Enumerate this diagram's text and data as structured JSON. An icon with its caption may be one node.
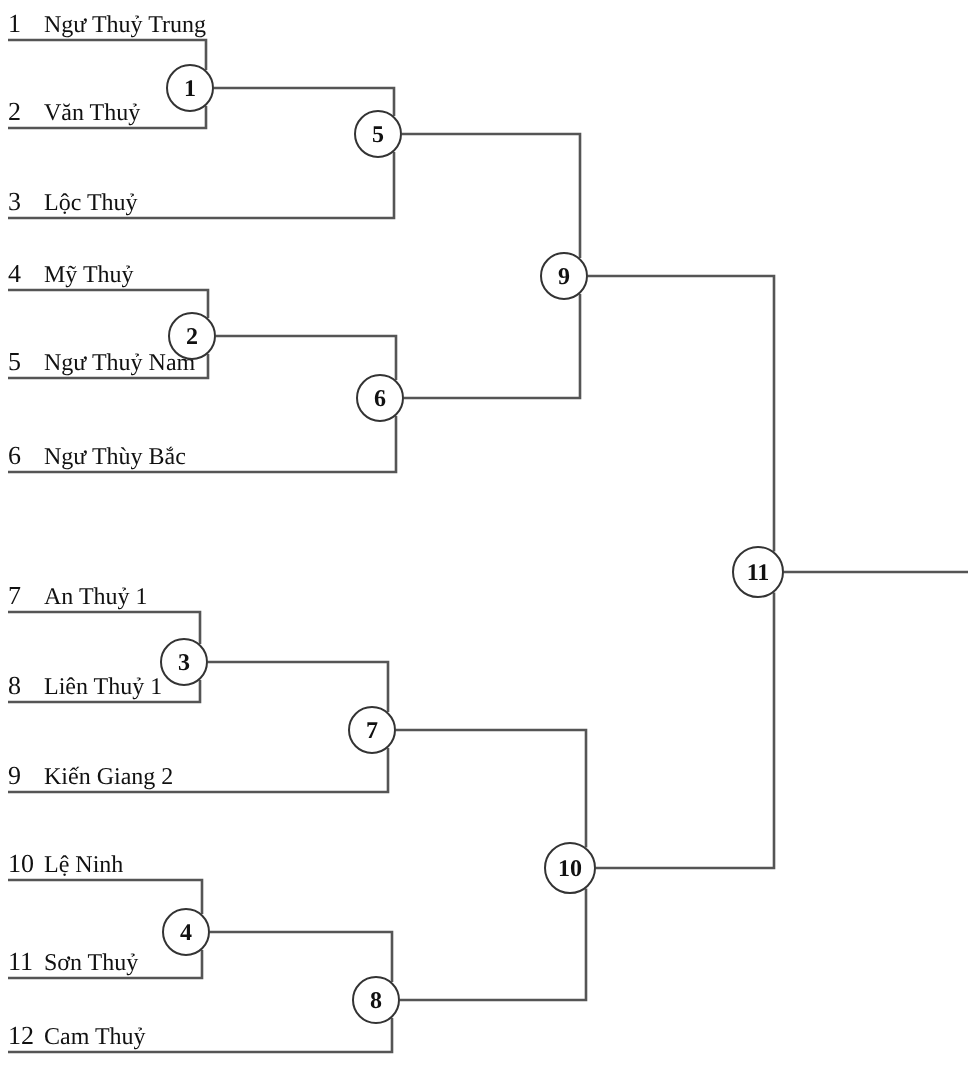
{
  "diagram": {
    "nodes": [
      {
        "text": [
          "1",
          "Ngư Thuỷ Trung"
        ]
      },
      {
        "text": [
          "2",
          "Văn Thuỷ"
        ]
      },
      {
        "text": [
          "3",
          "Lộc Thuỷ"
        ]
      },
      {
        "text": [
          "4",
          "Mỹ Thuỷ"
        ]
      },
      {
        "text": [
          "5",
          "Ngư Thuỷ Nam"
        ]
      },
      {
        "text": [
          "6",
          "Ngư Thùy Bắc"
        ]
      },
      {
        "text": [
          "7",
          "An Thuỷ 1"
        ]
      },
      {
        "text": [
          "8",
          "Liên Thuỷ 1"
        ]
      },
      {
        "text": [
          "9",
          "Kiến Giang 2"
        ]
      },
      {
        "text": [
          "10",
          "Lệ Ninh"
        ]
      },
      {
        "text": [
          "11",
          "Sơn Thuỷ"
        ]
      },
      {
        "text": [
          "12",
          "Cam Thuỷ"
        ]
      },
      {
        "text": [
          "1"
        ]
      },
      {
        "text": [
          "2"
        ]
      },
      {
        "text": [
          "3"
        ]
      },
      {
        "text": [
          "4"
        ]
      },
      {
        "text": [
          "5"
        ]
      },
      {
        "text": [
          "6"
        ]
      },
      {
        "text": [
          "7"
        ]
      },
      {
        "text": [
          "8"
        ]
      },
      {
        "text": [
          "9"
        ]
      },
      {
        "text": [
          "10"
        ]
      },
      {
        "text": [
          "11"
        ]
      }
    ],
    "edges": [
      {
        "from": 0,
        "to": 12,
        "arrow": "none"
      },
      {
        "from": 1,
        "to": 12,
        "arrow": "none"
      },
      {
        "from": 12,
        "to": 16,
        "arrow": "none"
      },
      {
        "from": 2,
        "to": 16,
        "arrow": "none"
      },
      {
        "from": 3,
        "to": 13,
        "arrow": "none"
      },
      {
        "from": 4,
        "to": 13,
        "arrow": "none"
      },
      {
        "from": 13,
        "to": 17,
        "arrow": "none"
      },
      {
        "from": 5,
        "to": 17,
        "arrow": "none"
      },
      {
        "from": 16,
        "to": 20,
        "arrow": "none"
      },
      {
        "from": 17,
        "to": 20,
        "arrow": "none"
      },
      {
        "from": 6,
        "to": 14,
        "arrow": "none"
      },
      {
        "from": 7,
        "to": 14,
        "arrow": "none"
      },
      {
        "from": 14,
        "to": 18,
        "arrow": "none"
      },
      {
        "from": 8,
        "to": 18,
        "arrow": "none"
      },
      {
        "from": 9,
        "to": 15,
        "arrow": "none"
      },
      {
        "from": 10,
        "to": 15,
        "arrow": "none"
      },
      {
        "from": 15,
        "to": 19,
        "arrow": "none"
      },
      {
        "from": 11,
        "to": 19,
        "arrow": "none"
      },
      {
        "from": 18,
        "to": 21,
        "arrow": "none"
      },
      {
        "from": 19,
        "to": 21,
        "arrow": "none"
      },
      {
        "from": 20,
        "to": 22,
        "arrow": "none"
      },
      {
        "from": 21,
        "to": 22,
        "arrow": "none"
      },
      {
        "from": 22,
        "to": null,
        "arrow": "none"
      }
    ]
  }
}
